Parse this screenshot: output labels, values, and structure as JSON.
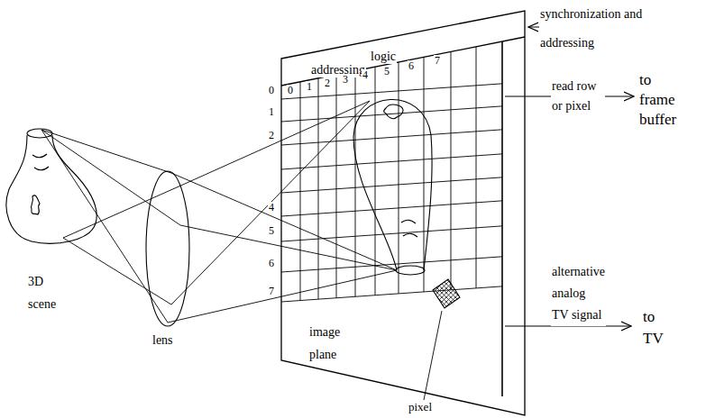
{
  "diagram": {
    "labels": [
      "synchronization and addressing",
      "addressing",
      "logic",
      "0",
      "1",
      "2",
      "3",
      "4",
      "5",
      "6",
      "7",
      "0",
      "1",
      "2",
      "4",
      "5",
      "6",
      "7",
      "read row or pixel",
      "to frame buffer",
      "alternative analog TV signal",
      "to TV",
      "3D scene",
      "lens",
      "image plane",
      "pixel"
    ]
  }
}
